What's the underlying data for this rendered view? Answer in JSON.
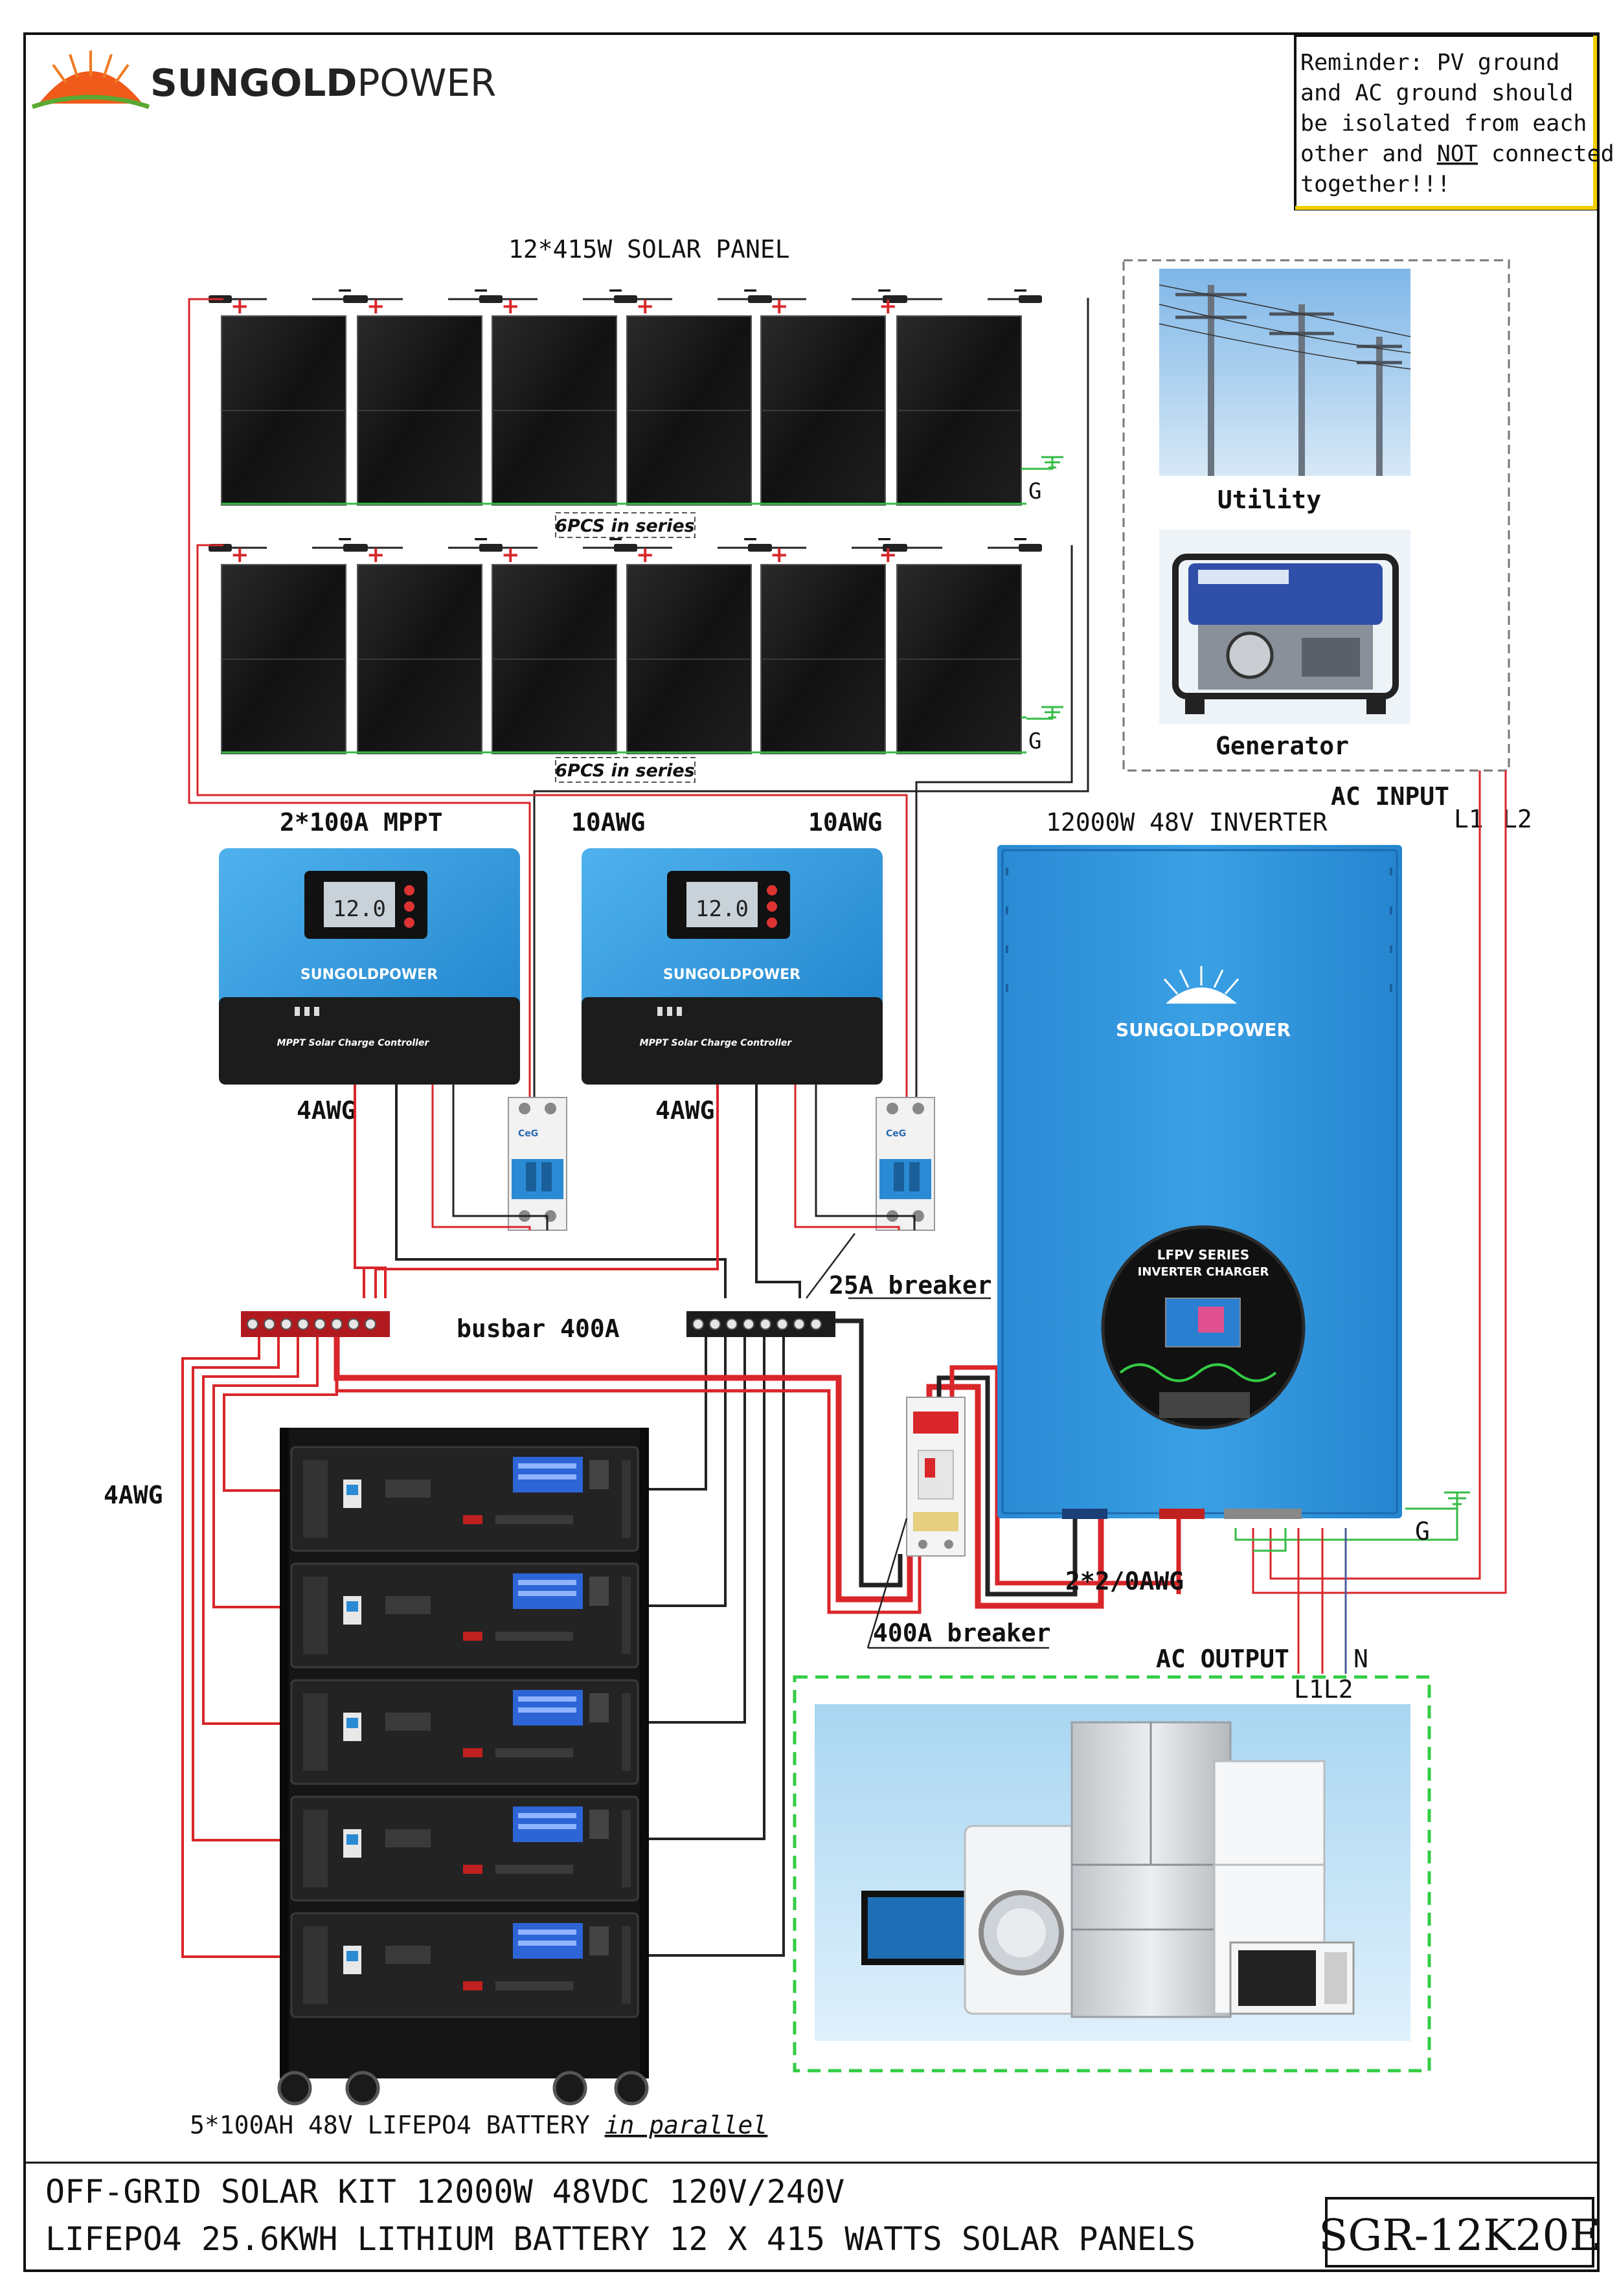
{
  "brand": {
    "name_bold": "SUNGOLD",
    "name_light": "POWER"
  },
  "reminder": {
    "lines": [
      "Reminder: PV ground",
      "and AC ground should",
      "be isolated from each",
      "other and ",
      " connected",
      "together!!!"
    ],
    "not_word": "NOT"
  },
  "solar": {
    "title": "12*415W SOLAR PANEL",
    "series_label_1": "6PCS in series",
    "series_label_2": "6PCS in series",
    "ground_1": "G",
    "ground_2": "G"
  },
  "sources": {
    "utility": "Utility",
    "generator": "Generator",
    "ac_input": "AC INPUT",
    "l1": "L1",
    "l2": "L2"
  },
  "mppt": {
    "title": "2*100A MPPT",
    "wire_in_1": "10AWG",
    "wire_in_2": "10AWG",
    "brand": "SUNGOLDPOWER",
    "subtitle": "MPPT  Solar Charge Controller",
    "display": "12.0",
    "out_1": "4AWG",
    "out_2": "4AWG"
  },
  "breaker": {
    "small_brand": "CeG",
    "pv_breaker": "25A breaker",
    "battery_breaker": "400A breaker"
  },
  "inverter": {
    "title": "12000W 48V INVERTER",
    "brand": "SUNGOLDPOWER",
    "series": "LFPV SERIES",
    "series_sub": "INVERTER CHARGER",
    "ground": "G",
    "dc_wire": "2*2/0AWG"
  },
  "busbar": {
    "label": "busbar 400A"
  },
  "battery": {
    "wire": "4AWG",
    "caption": "5*100AH 48V LIFEPO4 BATTERY ",
    "caption_italic": "in parallel"
  },
  "ac_output": {
    "label": "AC OUTPUT",
    "l1l2": "L1L2",
    "n": "N"
  },
  "footer": {
    "line1": "OFF-GRID SOLAR KIT 12000W 48VDC 120V/240V",
    "line2": "LIFEPO4 25.6KWH LITHIUM BATTERY 12 X 415 WATTS SOLAR PANELS",
    "model": "SGR-12K20E"
  },
  "colors": {
    "red_wire": "#d9262a",
    "blue_device": "#2e96dc",
    "ground_green": "#33bb44",
    "dashed_green": "#33cc44"
  }
}
